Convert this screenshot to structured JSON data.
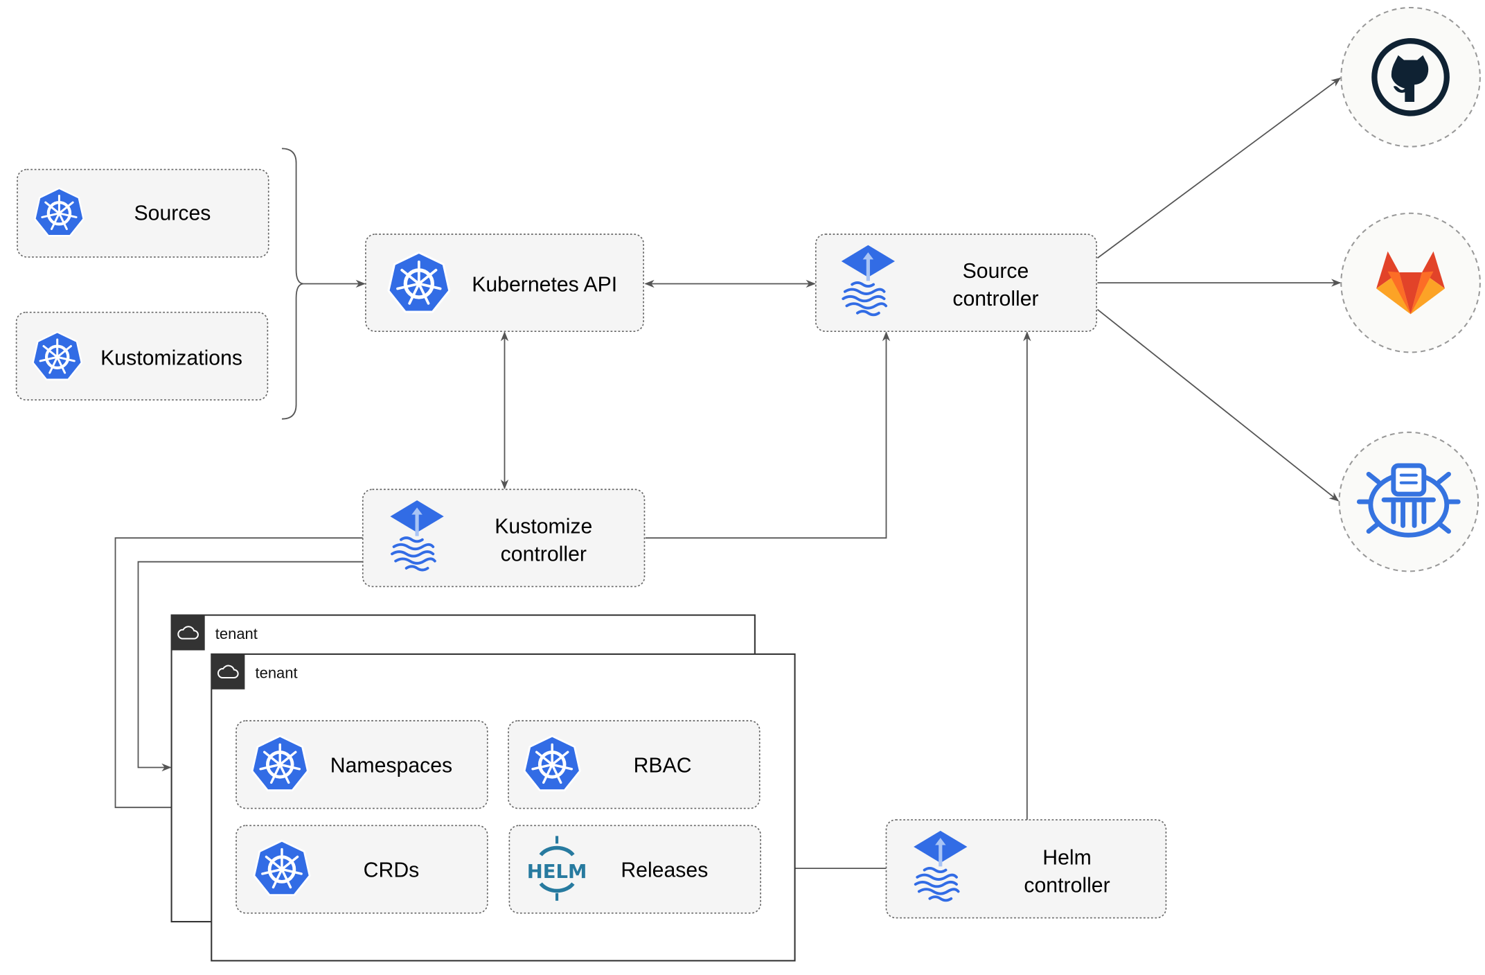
{
  "colors": {
    "kubernetes_blue": "#326CE5",
    "flux_blue": "#326CE5",
    "helm_teal": "#277A9F",
    "github_dark": "#0F2233",
    "gitlab_orange": "#E24329",
    "edge_gray": "#555555"
  },
  "left_inputs": [
    {
      "label": "Sources",
      "icon": "kubernetes-icon"
    },
    {
      "label": "Kustomizations",
      "icon": "kubernetes-icon"
    }
  ],
  "nodes": {
    "kubernetes_api": {
      "label": "Kubernetes API",
      "icon": "kubernetes-icon"
    },
    "source_controller": {
      "line1": "Source",
      "line2": "controller",
      "icon": "flux-icon"
    },
    "kustomize_controller": {
      "line1": "Kustomize",
      "line2": "controller",
      "icon": "flux-icon"
    },
    "helm_controller": {
      "line1": "Helm",
      "line2": "controller",
      "icon": "flux-icon"
    }
  },
  "external_sources": [
    {
      "name": "github",
      "icon": "github-icon"
    },
    {
      "name": "gitlab",
      "icon": "gitlab-icon"
    },
    {
      "name": "bucket",
      "icon": "bucket-icon"
    }
  ],
  "tenants": [
    {
      "label": "tenant",
      "icon": "cloud-icon"
    },
    {
      "label": "tenant",
      "icon": "cloud-icon"
    }
  ],
  "tenant_resources": [
    {
      "label": "Namespaces",
      "icon": "kubernetes-icon"
    },
    {
      "label": "RBAC",
      "icon": "kubernetes-icon"
    },
    {
      "label": "CRDs",
      "icon": "kubernetes-icon"
    },
    {
      "label": "Releases",
      "icon": "helm-icon",
      "icon_text": "HELM"
    }
  ]
}
